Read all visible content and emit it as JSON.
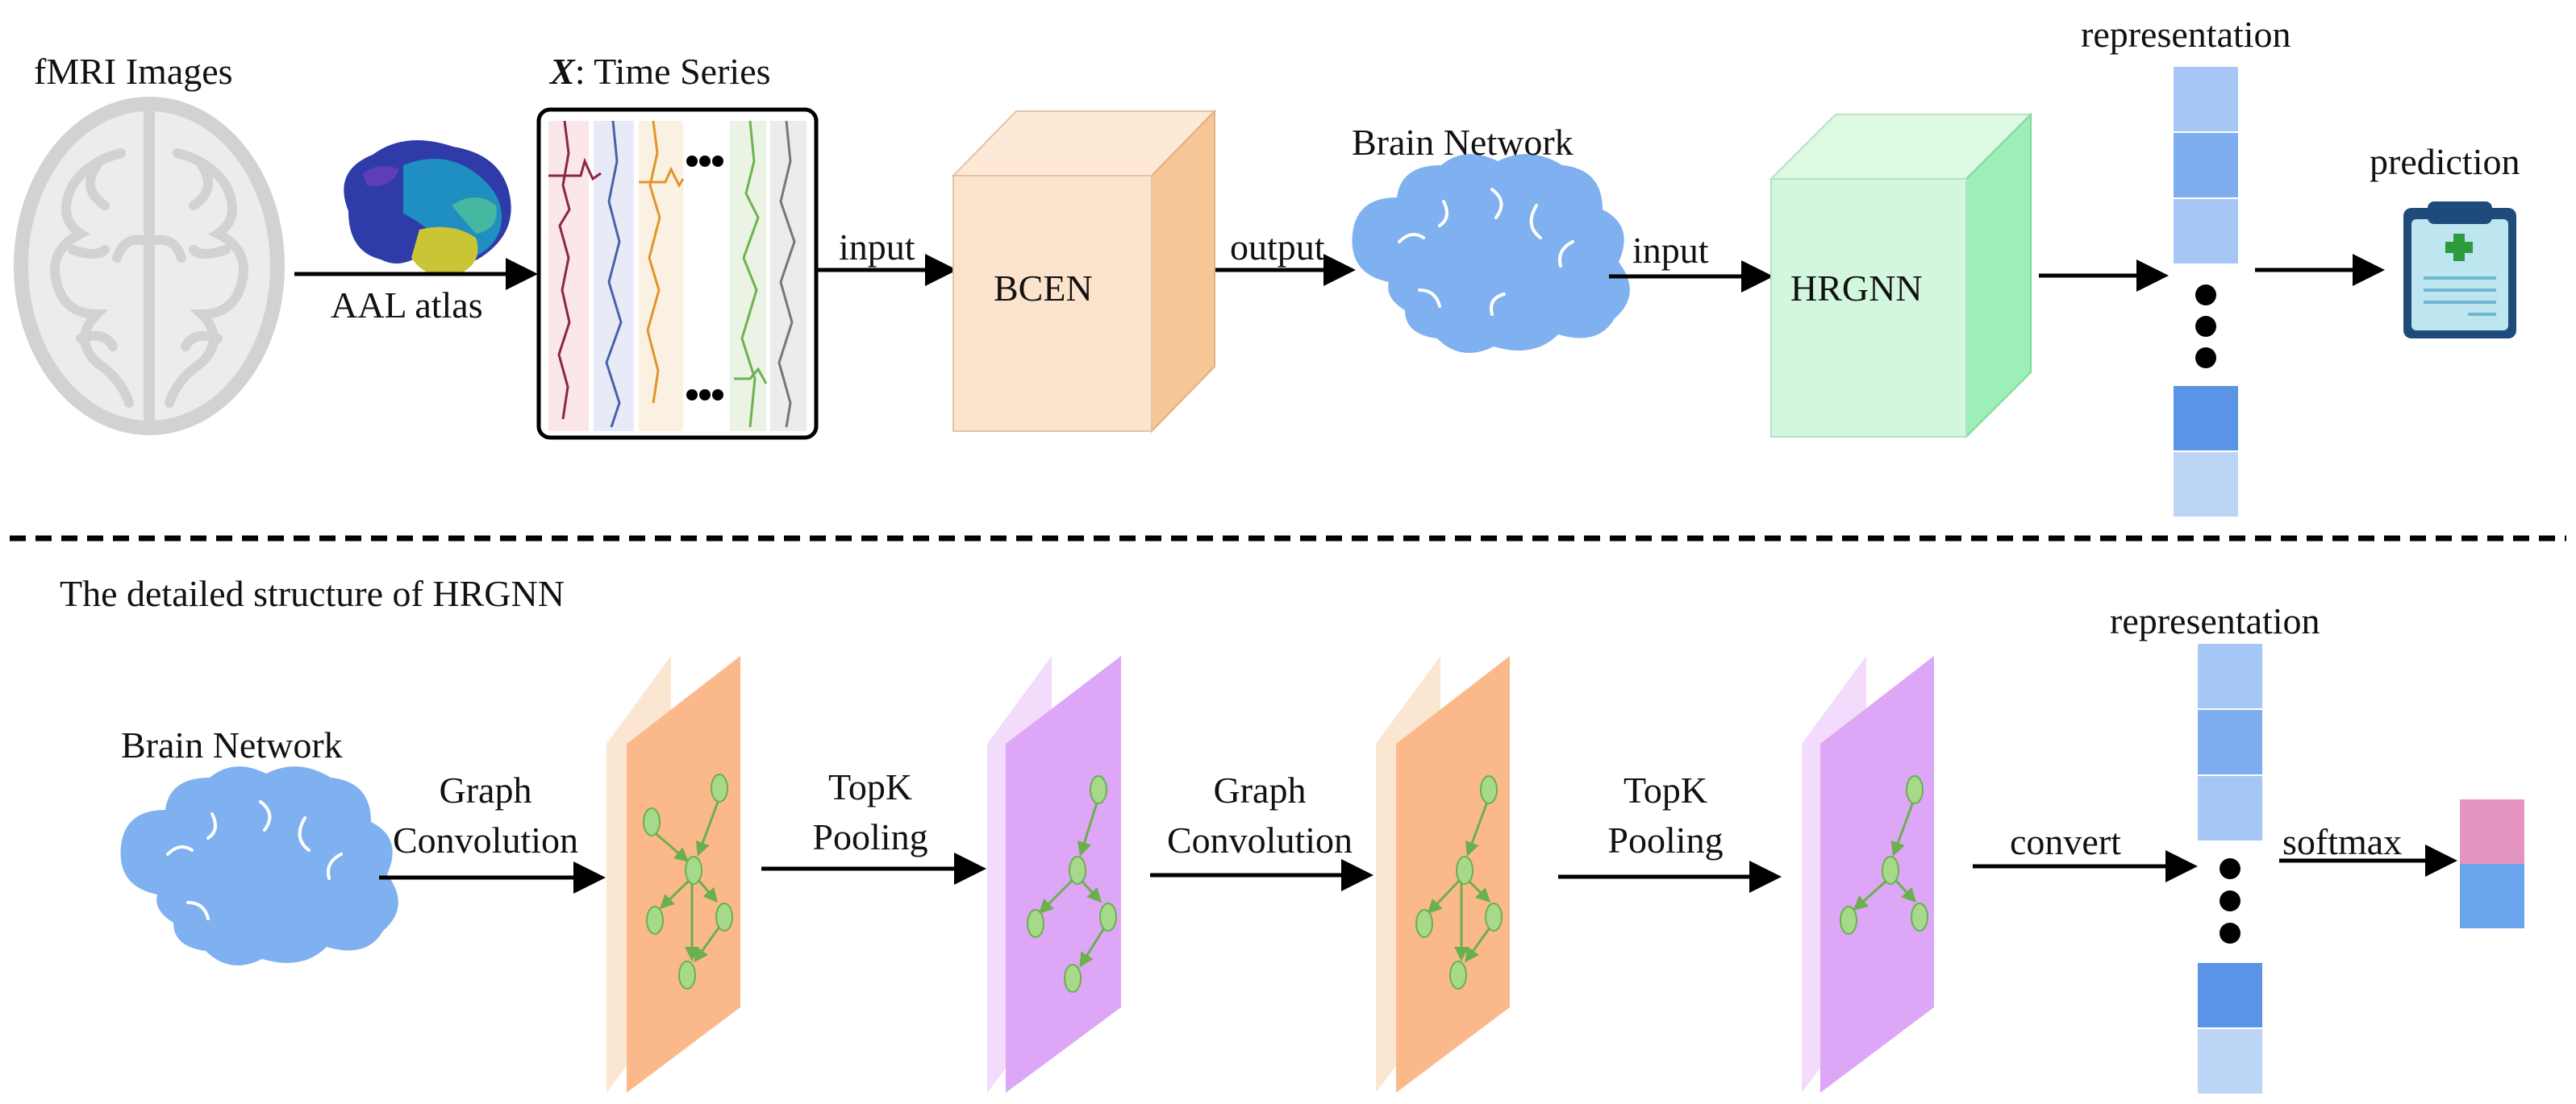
{
  "top": {
    "fmri_label": "fMRI Images",
    "atlas_label": "AAL atlas",
    "ts_symbol": "X",
    "ts_label": ": Time Series",
    "input_label_1": "input",
    "bcen_label": "BCEN",
    "output_label": "output",
    "brain_network_label": "Brain Network",
    "input_label_2": "input",
    "hrgnn_label": "HRGNN",
    "representation_label": "representation",
    "prediction_label": "prediction"
  },
  "bottom": {
    "section_title": "The detailed structure of HRGNN",
    "brain_network_label": "Brain Network",
    "graph_conv_1_line1": "Graph",
    "graph_conv_1_line2": "Convolution",
    "topk_1_line1": "TopK",
    "topk_1_line2": "Pooling",
    "graph_conv_2_line1": "Graph",
    "graph_conv_2_line2": "Convolution",
    "topk_2_line1": "TopK",
    "topk_2_line2": "Pooling",
    "convert_label": "convert",
    "softmax_label": "softmax",
    "representation_label": "representation"
  },
  "colors": {
    "bcen_front": "#fbe3cc",
    "bcen_side": "#f7c696",
    "hrgnn_front": "#d2f7dc",
    "hrgnn_side": "#9cf0b7",
    "brain_blue": "#7fb0f0",
    "orange_panel": "#fbb98b",
    "purple_panel": "#dda6f7",
    "node_green": "#a6d98a",
    "softmax_pink": "#e593c0",
    "softmax_blue": "#69a6ee"
  }
}
